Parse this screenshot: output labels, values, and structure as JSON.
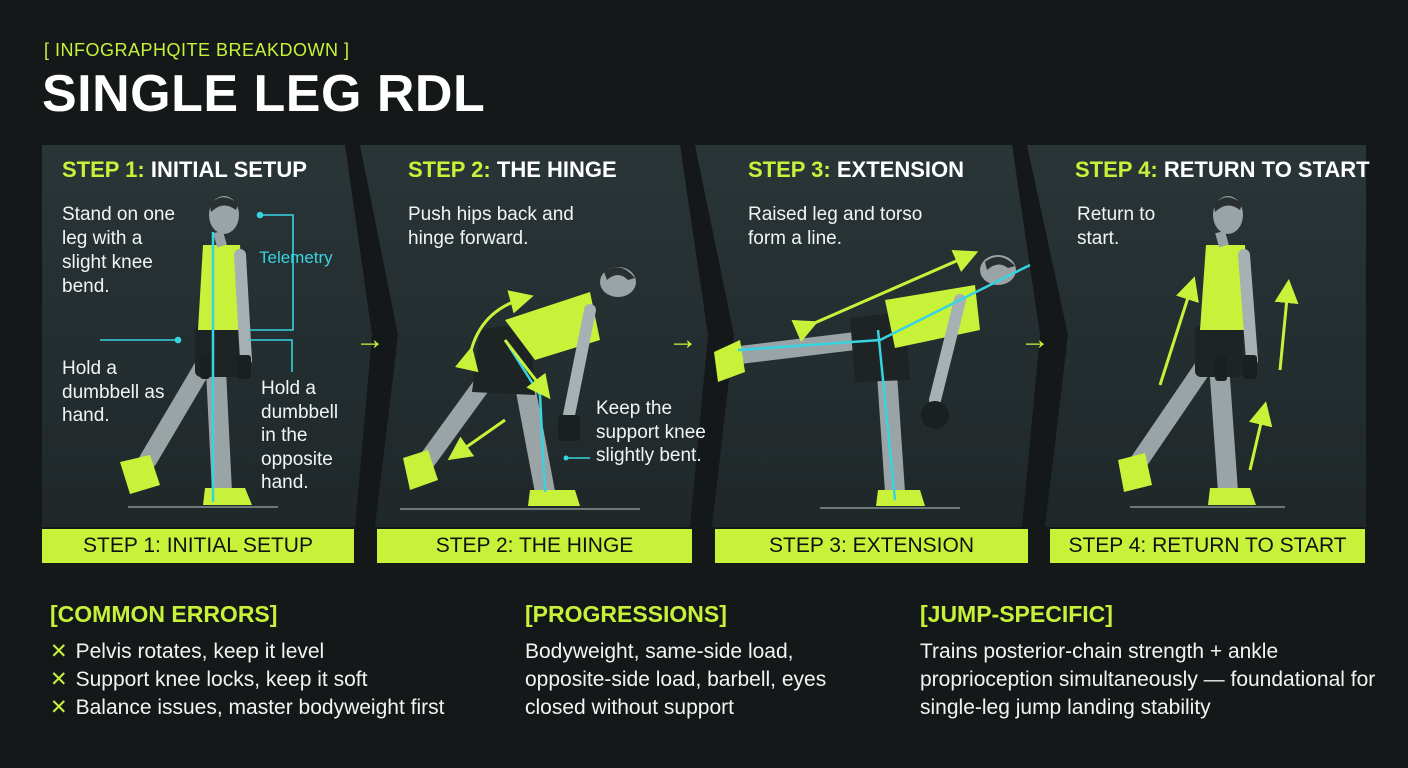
{
  "header": {
    "tagline": "[ INFOGRAPHQITE BREAKDOWN ]",
    "title": "SINGLE LEG RDL"
  },
  "steps": [
    {
      "num": "STEP 1:",
      "name": "INITIAL SETUP",
      "description": "Stand on one leg with a slight knee bend.",
      "callouts": [
        "Hold a dumbbell as hand.",
        "Hold a dumbbell in the opposite hand."
      ],
      "telemetry_label": "Telemetry",
      "bar_label": "STEP 1: INITIAL SETUP"
    },
    {
      "num": "STEP 2:",
      "name": "THE HINGE",
      "description": "Push hips back and hinge forward.",
      "callouts": [
        "Keep the support knee slightly bent."
      ],
      "bar_label": "STEP 2: THE HINGE"
    },
    {
      "num": "STEP 3:",
      "name": "EXTENSION",
      "description": "Raised leg and torso form a line.",
      "bar_label": "STEP 3: EXTENSION"
    },
    {
      "num": "STEP 4:",
      "name": "RETURN TO START",
      "description": "Return to start.",
      "bar_label": "STEP 4: RETURN TO START"
    }
  ],
  "arrows": [
    "→",
    "→",
    "→"
  ],
  "common_errors": {
    "heading": "[COMMON ERRORS]",
    "marker": "✕",
    "items": [
      "Pelvis rotates, keep it level",
      "Support knee locks, keep it soft",
      "Balance issues, master bodyweight first"
    ]
  },
  "progressions": {
    "heading": "[PROGRESSIONS]",
    "body": "Bodyweight, same-side load, opposite-side load, barbell, eyes closed without support"
  },
  "jump_specific": {
    "heading": "[JUMP-SPECIFIC]",
    "body": "Trains posterior-chain strength + ankle proprioception simultaneously — foundational for single-leg jump landing stability"
  },
  "colors": {
    "accent": "#c8f23a",
    "cyan": "#37d3e0",
    "panel": "#253032",
    "background": "#151819"
  }
}
